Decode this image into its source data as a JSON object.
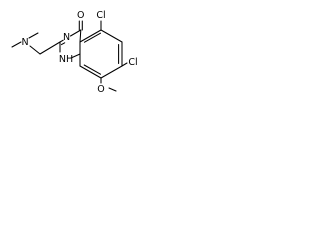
{
  "molecule": {
    "atoms": {
      "carbonyl_o": "O",
      "n3": "N",
      "n1": "NH",
      "amine_n": "N",
      "cl_top": "Cl",
      "cl_right": "Cl",
      "methoxy_o": "O"
    }
  },
  "colors": {
    "bond": "#000000",
    "label": "#000000",
    "background": "#ffffff"
  }
}
